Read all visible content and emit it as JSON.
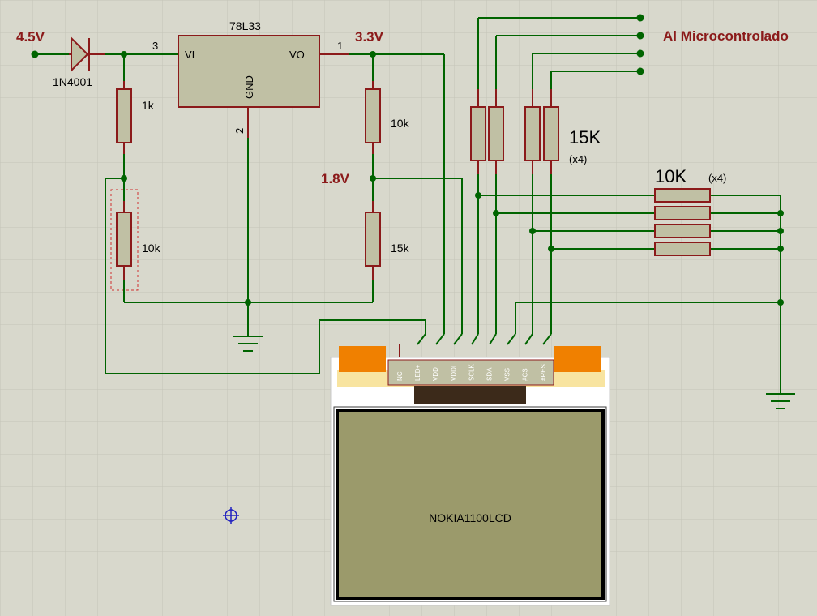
{
  "labels": {
    "v_in": "4.5V",
    "v_out": "3.3V",
    "v_mid": "1.8V",
    "micro": "Al Microcontrolado",
    "diode": "1N4001",
    "regulator": "78L33",
    "reg_vi": "VI",
    "reg_vo": "VO",
    "reg_gnd": "GND",
    "pin_vi": "3",
    "pin_vo": "1",
    "pin_gnd": "2",
    "r_1k": "1k",
    "r_10k_pot": "10k",
    "r_10k_div": "10k",
    "r_15k_div": "15k",
    "r_15k_array": "15K",
    "r_15k_count": "(x4)",
    "r_10k_array": "10K",
    "r_10k_count": "(x4)",
    "lcd_name": "NOKIA1100LCD"
  },
  "lcd_pins": [
    "NC",
    "LED+",
    "VDD",
    "VDDI",
    "SCLK",
    "SDA",
    "VSS",
    "#CS",
    "#RES"
  ],
  "colors": {
    "background": "#d8d8cc",
    "wire": "#006400",
    "component": "#8b1a1a",
    "body": "#c0c0a4",
    "lcd_screen": "#9b9a6b",
    "lcd_tab": "#f08000",
    "connector": "#8b1a1a",
    "net_label": "#8b1a1a"
  }
}
